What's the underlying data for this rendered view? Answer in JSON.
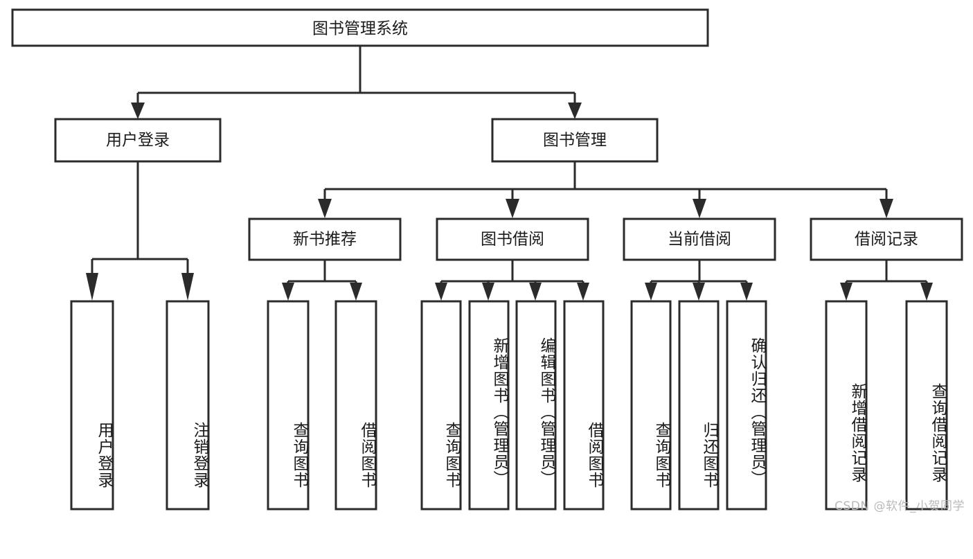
{
  "diagram": {
    "title": "图书管理系统",
    "type": "tree",
    "orientation": "top-down",
    "colors": {
      "background": "#ffffff",
      "box_fill": "#ffffff",
      "box_stroke": "#2b2b2b",
      "text": "#1a1a1a",
      "watermark": "#b9b9b9"
    },
    "root": {
      "id": "root",
      "label": "图书管理系统",
      "text_direction": "horizontal"
    },
    "level2": [
      {
        "id": "user-login",
        "label": "用户登录",
        "text_direction": "horizontal"
      },
      {
        "id": "book-manage",
        "label": "图书管理",
        "text_direction": "horizontal"
      }
    ],
    "level3": [
      {
        "id": "new-book-recommend",
        "label": "新书推荐",
        "text_direction": "horizontal",
        "parent": "book-manage"
      },
      {
        "id": "book-borrow",
        "label": "图书借阅",
        "text_direction": "horizontal",
        "parent": "book-manage"
      },
      {
        "id": "current-borrow",
        "label": "当前借阅",
        "text_direction": "horizontal",
        "parent": "book-manage"
      },
      {
        "id": "borrow-record",
        "label": "借阅记录",
        "text_direction": "horizontal",
        "parent": "book-manage"
      }
    ],
    "leaves": [
      {
        "id": "leaf-user-login",
        "label": "用户登录",
        "parent": "user-login",
        "text_direction": "vertical"
      },
      {
        "id": "leaf-user-logout",
        "label": "注销登录",
        "parent": "user-login",
        "text_direction": "vertical"
      },
      {
        "id": "leaf-query-book-1",
        "label": "查询图书",
        "parent": "new-book-recommend",
        "text_direction": "vertical"
      },
      {
        "id": "leaf-borrow-book-1",
        "label": "借阅图书",
        "parent": "new-book-recommend",
        "text_direction": "vertical"
      },
      {
        "id": "leaf-query-book-2",
        "label": "查询图书",
        "parent": "book-borrow",
        "text_direction": "vertical"
      },
      {
        "id": "leaf-add-book",
        "label": "新增图书（管理员）",
        "parent": "book-borrow",
        "text_direction": "vertical"
      },
      {
        "id": "leaf-edit-book",
        "label": "编辑图书（管理员）",
        "parent": "book-borrow",
        "text_direction": "vertical"
      },
      {
        "id": "leaf-borrow-book-2",
        "label": "借阅图书",
        "parent": "book-borrow",
        "text_direction": "vertical"
      },
      {
        "id": "leaf-query-book-3",
        "label": "查询图书",
        "parent": "current-borrow",
        "text_direction": "vertical"
      },
      {
        "id": "leaf-return-book",
        "label": "归还图书",
        "parent": "current-borrow",
        "text_direction": "vertical"
      },
      {
        "id": "leaf-confirm-return",
        "label": "确认归还（管理员）",
        "parent": "current-borrow",
        "text_direction": "vertical"
      },
      {
        "id": "leaf-add-record",
        "label": "新增借阅记录",
        "parent": "borrow-record",
        "text_direction": "vertical"
      },
      {
        "id": "leaf-query-record",
        "label": "查询借阅记录",
        "parent": "borrow-record",
        "text_direction": "vertical"
      }
    ],
    "watermark": "CSDN @软件_小贺同学"
  }
}
